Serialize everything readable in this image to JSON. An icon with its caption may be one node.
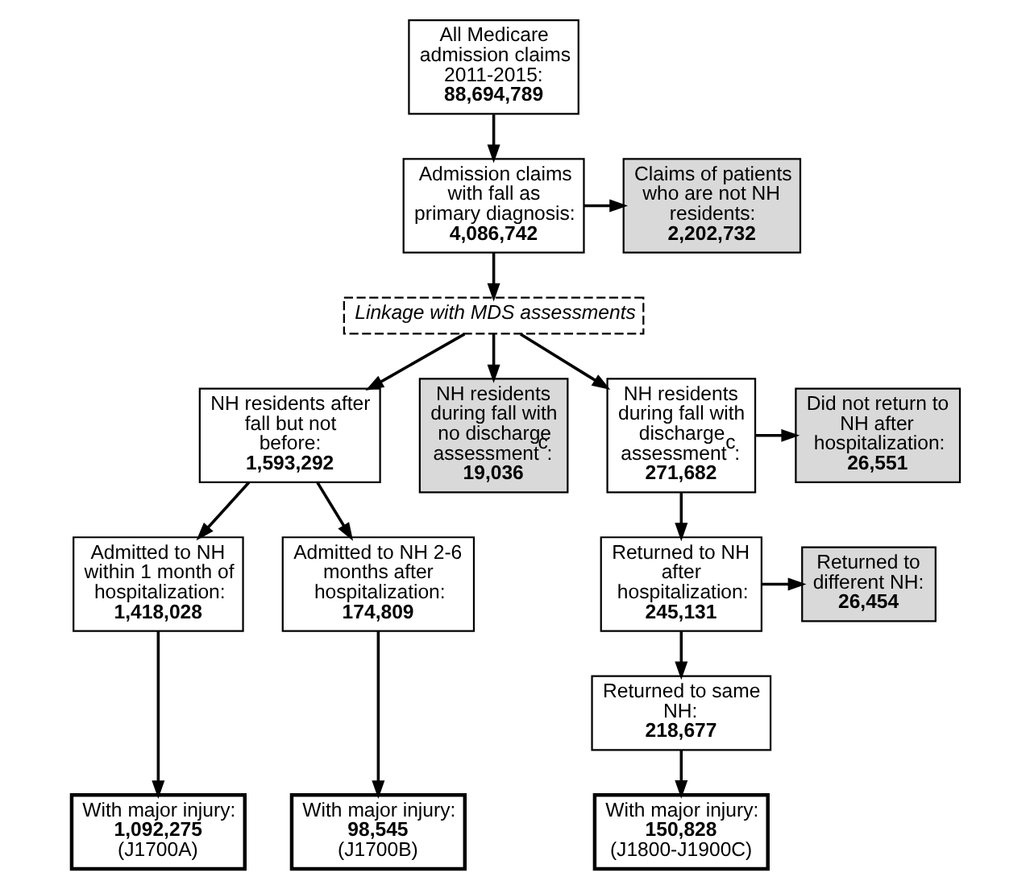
{
  "diagram": {
    "nodes": [
      {
        "text": [
          "All Medicare admission claims 2011-2015:",
          "88,694,789"
        ]
      },
      {
        "text": [
          "Admission claims with fall as primary diagnosis:",
          "4,086,742"
        ]
      },
      {
        "text": [
          "Claims of patients who are not NH residents:",
          "2,202,732"
        ]
      },
      {
        "text": [
          "Linkage with MDS assessments"
        ]
      },
      {
        "text": [
          "NH residents after fall but not before:",
          "1,593,292"
        ]
      },
      {
        "text": [
          "NH residents during fall with no discharge assessment$^{c}$:",
          "19,036"
        ]
      },
      {
        "text": [
          "NH residents during fall with discharge assessment$^{c}$:",
          "271,682"
        ]
      },
      {
        "text": [
          "Did not return to NH after hospitalization:",
          "26,551"
        ]
      },
      {
        "text": [
          "Admitted to NH within 1 month of hospitalization:",
          "1,418,028"
        ]
      },
      {
        "text": [
          "Admitted to NH 2-6 months after hospitalization:",
          "174,809"
        ]
      },
      {
        "text": [
          "Returned to NH after hospitalization:",
          "245,131"
        ]
      },
      {
        "text": [
          "Returned to different NH:",
          "26,454"
        ]
      },
      {
        "text": [
          "Returned to same NH:",
          "218,677"
        ]
      },
      {
        "text": [
          "With major injury:",
          "1,092,275",
          "(J1700A)"
        ]
      },
      {
        "text": [
          "With major injury:",
          "98,545",
          "(J1700B)"
        ]
      },
      {
        "text": [
          "With major injury:",
          "150,828",
          "(J1800-J1900C)"
        ]
      }
    ],
    "edges": [
      {
        "from": 0,
        "to": 1,
        "arrow": "to"
      },
      {
        "from": 1,
        "to": 2,
        "arrow": "to"
      },
      {
        "from": 1,
        "to": 3,
        "arrow": "to"
      },
      {
        "from": 3,
        "to": 4,
        "arrow": "to"
      },
      {
        "from": 3,
        "to": 5,
        "arrow": "to"
      },
      {
        "from": 3,
        "to": 6,
        "arrow": "to"
      },
      {
        "from": 6,
        "to": 7,
        "arrow": "to"
      },
      {
        "from": 4,
        "to": 8,
        "arrow": "to"
      },
      {
        "from": 4,
        "to": 9,
        "arrow": "to"
      },
      {
        "from": 6,
        "to": 10,
        "arrow": "to"
      },
      {
        "from": 10,
        "to": 11,
        "arrow": "to"
      },
      {
        "from": 10,
        "to": 12,
        "arrow": "to"
      },
      {
        "from": 8,
        "to": 13,
        "arrow": "to"
      },
      {
        "from": 9,
        "to": 14,
        "arrow": "to"
      },
      {
        "from": 12,
        "to": 15,
        "arrow": "to"
      }
    ]
  }
}
